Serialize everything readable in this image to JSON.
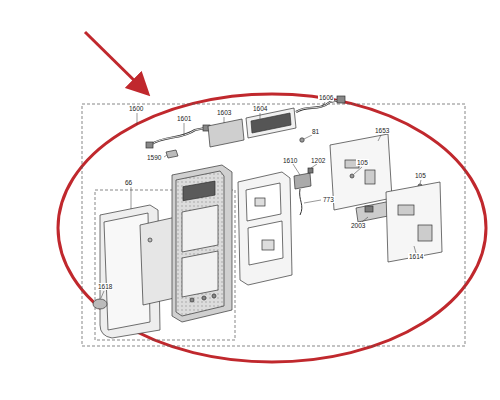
{
  "diagram": {
    "labels": [
      "1600",
      "1601",
      "1603",
      "1604",
      "1606",
      "81",
      "1653",
      "1590",
      "1610",
      "1202",
      "105",
      "105",
      "773",
      "66",
      "2003",
      "1614",
      "1618"
    ]
  }
}
